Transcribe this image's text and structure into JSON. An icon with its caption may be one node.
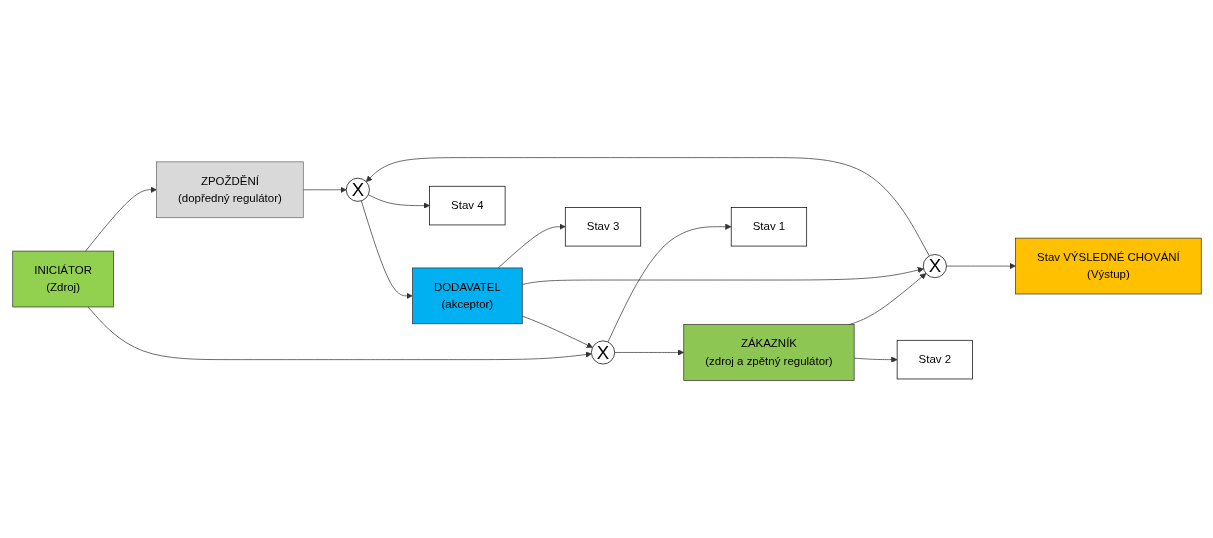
{
  "diagram": {
    "nodes": [
      {
        "text": [
          "Stav 1"
        ]
      },
      {
        "text": [
          "Stav 2"
        ]
      },
      {
        "text": [
          "Stav 3"
        ]
      },
      {
        "text": [
          "Stav 4"
        ]
      },
      {
        "text": [
          "Stav VÝSLEDNÉ CHOVÁNÍ",
          "(Výstup)"
        ]
      },
      {
        "text": [
          "INICIÁTOR",
          "(Zdroj)"
        ]
      },
      {
        "text": [
          "X"
        ]
      },
      {
        "text": [
          "ZÁKAZNÍK",
          "(zdroj a zpětný regulátor)"
        ]
      },
      {
        "text": [
          "X"
        ]
      },
      {
        "text": [
          "DODAVATEL",
          "(akceptor)"
        ]
      },
      {
        "text": [
          "X"
        ]
      },
      {
        "text": [
          "ZPOŽDĚNÍ",
          "(dopředný regulátor)"
        ]
      }
    ],
    "edges": [
      {
        "from": 5,
        "to": 6,
        "arrow": "to"
      },
      {
        "from": 5,
        "to": 11,
        "arrow": "to"
      },
      {
        "from": 6,
        "to": 7,
        "arrow": "to"
      },
      {
        "from": 6,
        "to": 0,
        "arrow": "to"
      },
      {
        "from": 7,
        "to": 8,
        "arrow": "to"
      },
      {
        "from": 7,
        "to": 1,
        "arrow": "to"
      },
      {
        "from": 9,
        "to": 8,
        "arrow": "to"
      },
      {
        "from": 9,
        "to": 2,
        "arrow": "to"
      },
      {
        "from": 9,
        "to": 6,
        "arrow": "to"
      },
      {
        "from": 8,
        "to": 10,
        "arrow": "to"
      },
      {
        "from": 8,
        "to": 4,
        "arrow": "to"
      },
      {
        "from": 10,
        "to": 9,
        "arrow": "to"
      },
      {
        "from": 10,
        "to": 3,
        "arrow": "to"
      },
      {
        "from": 11,
        "to": 10,
        "arrow": "to"
      }
    ]
  }
}
